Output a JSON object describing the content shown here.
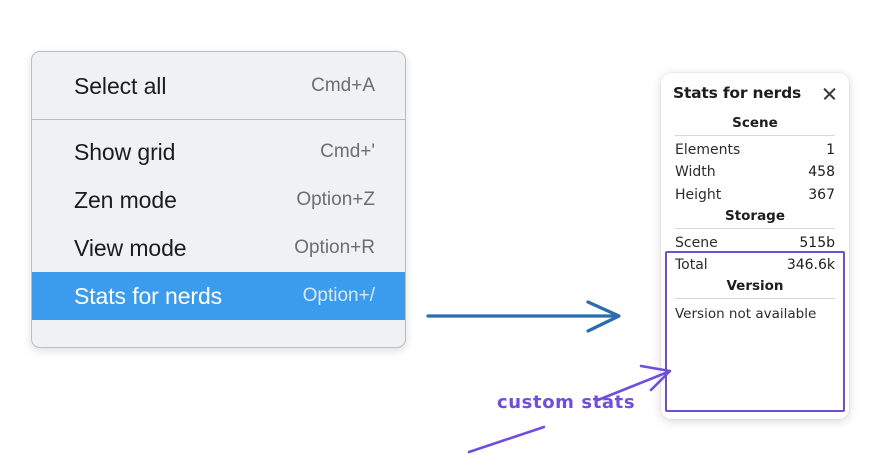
{
  "context_menu": {
    "name": "context-menu",
    "groups": [
      {
        "items": [
          {
            "label": "Select all",
            "shortcut": "Cmd+A",
            "selected": false
          }
        ]
      },
      {
        "items": [
          {
            "label": "Show grid",
            "shortcut": "Cmd+'",
            "selected": false
          },
          {
            "label": "Zen mode",
            "shortcut": "Option+Z",
            "selected": false
          },
          {
            "label": "View mode",
            "shortcut": "Option+R",
            "selected": false
          },
          {
            "label": "Stats for nerds",
            "shortcut": "Option+/",
            "selected": true
          }
        ]
      }
    ],
    "highlight_color": "#3b9bec",
    "background_color": "#f0f1f3"
  },
  "stats_panel": {
    "title": "Stats for nerds",
    "close_icon": "close-icon",
    "sections": [
      {
        "heading": "Scene",
        "rows": [
          {
            "label": "Elements",
            "value": "1"
          },
          {
            "label": "Width",
            "value": "458"
          },
          {
            "label": "Height",
            "value": "367"
          }
        ]
      },
      {
        "heading": "Storage",
        "rows": [
          {
            "label": "Scene",
            "value": "515b"
          },
          {
            "label": "Total",
            "value": "346.6k"
          }
        ]
      },
      {
        "heading": "Version",
        "note": "Version not available"
      }
    ]
  },
  "annotations": {
    "highlight_color": "#6d4fdb",
    "arrow_blue_color": "#2b6cb0",
    "custom_stats_label": "custom stats"
  }
}
